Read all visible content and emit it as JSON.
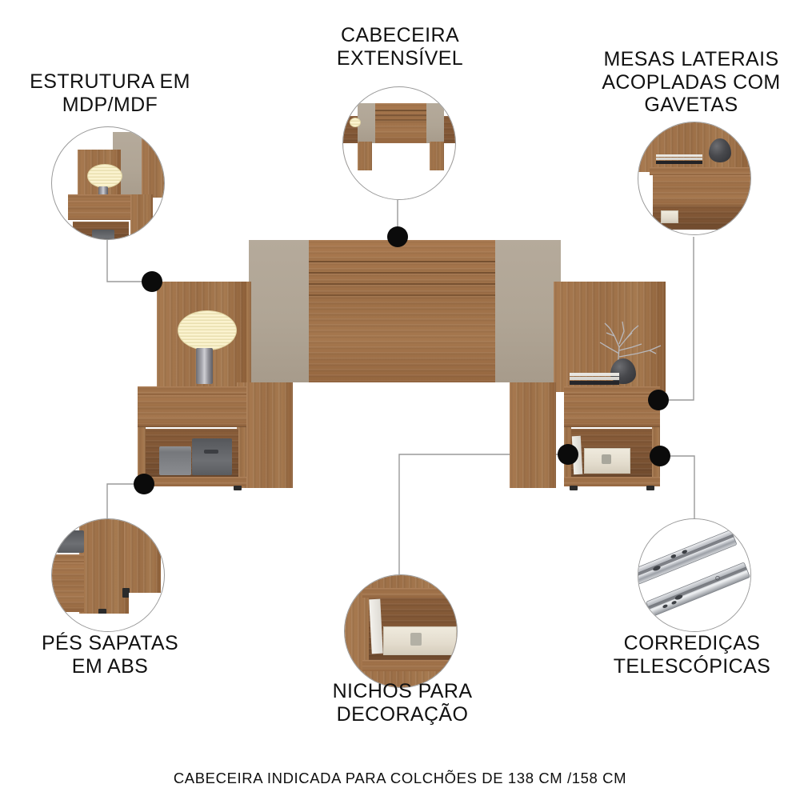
{
  "page": {
    "background_color": "#ffffff",
    "accent_dot_color": "#0b0b0b",
    "line_color": "#9a9a9a",
    "wood_color": "#9d6f47",
    "beige_color": "#b0a595",
    "text_color": "#111111"
  },
  "callouts": [
    {
      "id": "estrutura",
      "label": "ESTRUTURA EM\nMDP/MDF",
      "position": "top-left",
      "thumbnail": "left-nightstand-with-lamp-detail"
    },
    {
      "id": "cabeceira-extensivel",
      "label": "CABECEIRA\nEXTENSÍVEL",
      "position": "top-center",
      "thumbnail": "full-headboard-detail"
    },
    {
      "id": "mesas-laterais",
      "label": "MESAS LATERAIS\nACOPLADAS COM\nGAVETAS",
      "position": "top-right",
      "thumbnail": "right-nightstand-drawer-detail"
    },
    {
      "id": "pes-sapatas",
      "label": "PÉS SAPATAS\nEM ABS",
      "position": "bottom-left",
      "thumbnail": "abs-foot-detail"
    },
    {
      "id": "nichos",
      "label": "NICHOS PARA\nDECORAÇÃO",
      "position": "bottom-center",
      "thumbnail": "open-niche-with-book-and-box-detail"
    },
    {
      "id": "corredicas",
      "label": "CORREDIÇAS\nTELESCÓPICAS",
      "position": "bottom-right",
      "thumbnail": "telescopic-drawer-slides-detail"
    }
  ],
  "product": {
    "name": "headboard-with-attached-nightstands",
    "headboard_panel": "center wood panel with beige side extensions",
    "left_nightstand": {
      "items": [
        "table-lamp",
        "drawer",
        "open-niche",
        "felt-storage-boxes"
      ]
    },
    "right_nightstand": {
      "items": [
        "decorative-vase-with-branches",
        "book-stack",
        "drawer",
        "open-niche",
        "cream-box"
      ]
    }
  },
  "caption": {
    "text": "CABECEIRA INDICADA PARA COLCHÕES DE 138 CM /158 CM"
  }
}
